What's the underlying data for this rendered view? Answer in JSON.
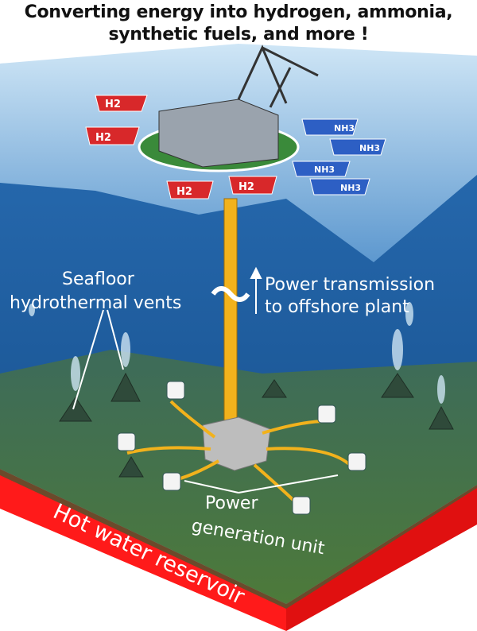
{
  "title": {
    "line1": "Converting energy into hydrogen, ammonia,",
    "line2": "synthetic fuels, and more !"
  },
  "labels": {
    "vents_line1": "Seafloor",
    "vents_line2": "hydrothermal vents",
    "power_line1": "Power transmission",
    "power_line2": "to offshore plant",
    "unit_line1": "Power",
    "unit_line2": "generation unit",
    "reservoir": "Hot water reservoir"
  },
  "ships": {
    "h2": [
      "H2",
      "H2",
      "H2",
      "H2"
    ],
    "nh3": [
      "NH3",
      "NH3",
      "NH3",
      "NH3"
    ]
  },
  "colors": {
    "h2_ship": "#d8282a",
    "nh3_ship": "#2d5fc4",
    "reservoir": "#ff1a1a",
    "cable": "#f2b21c"
  }
}
